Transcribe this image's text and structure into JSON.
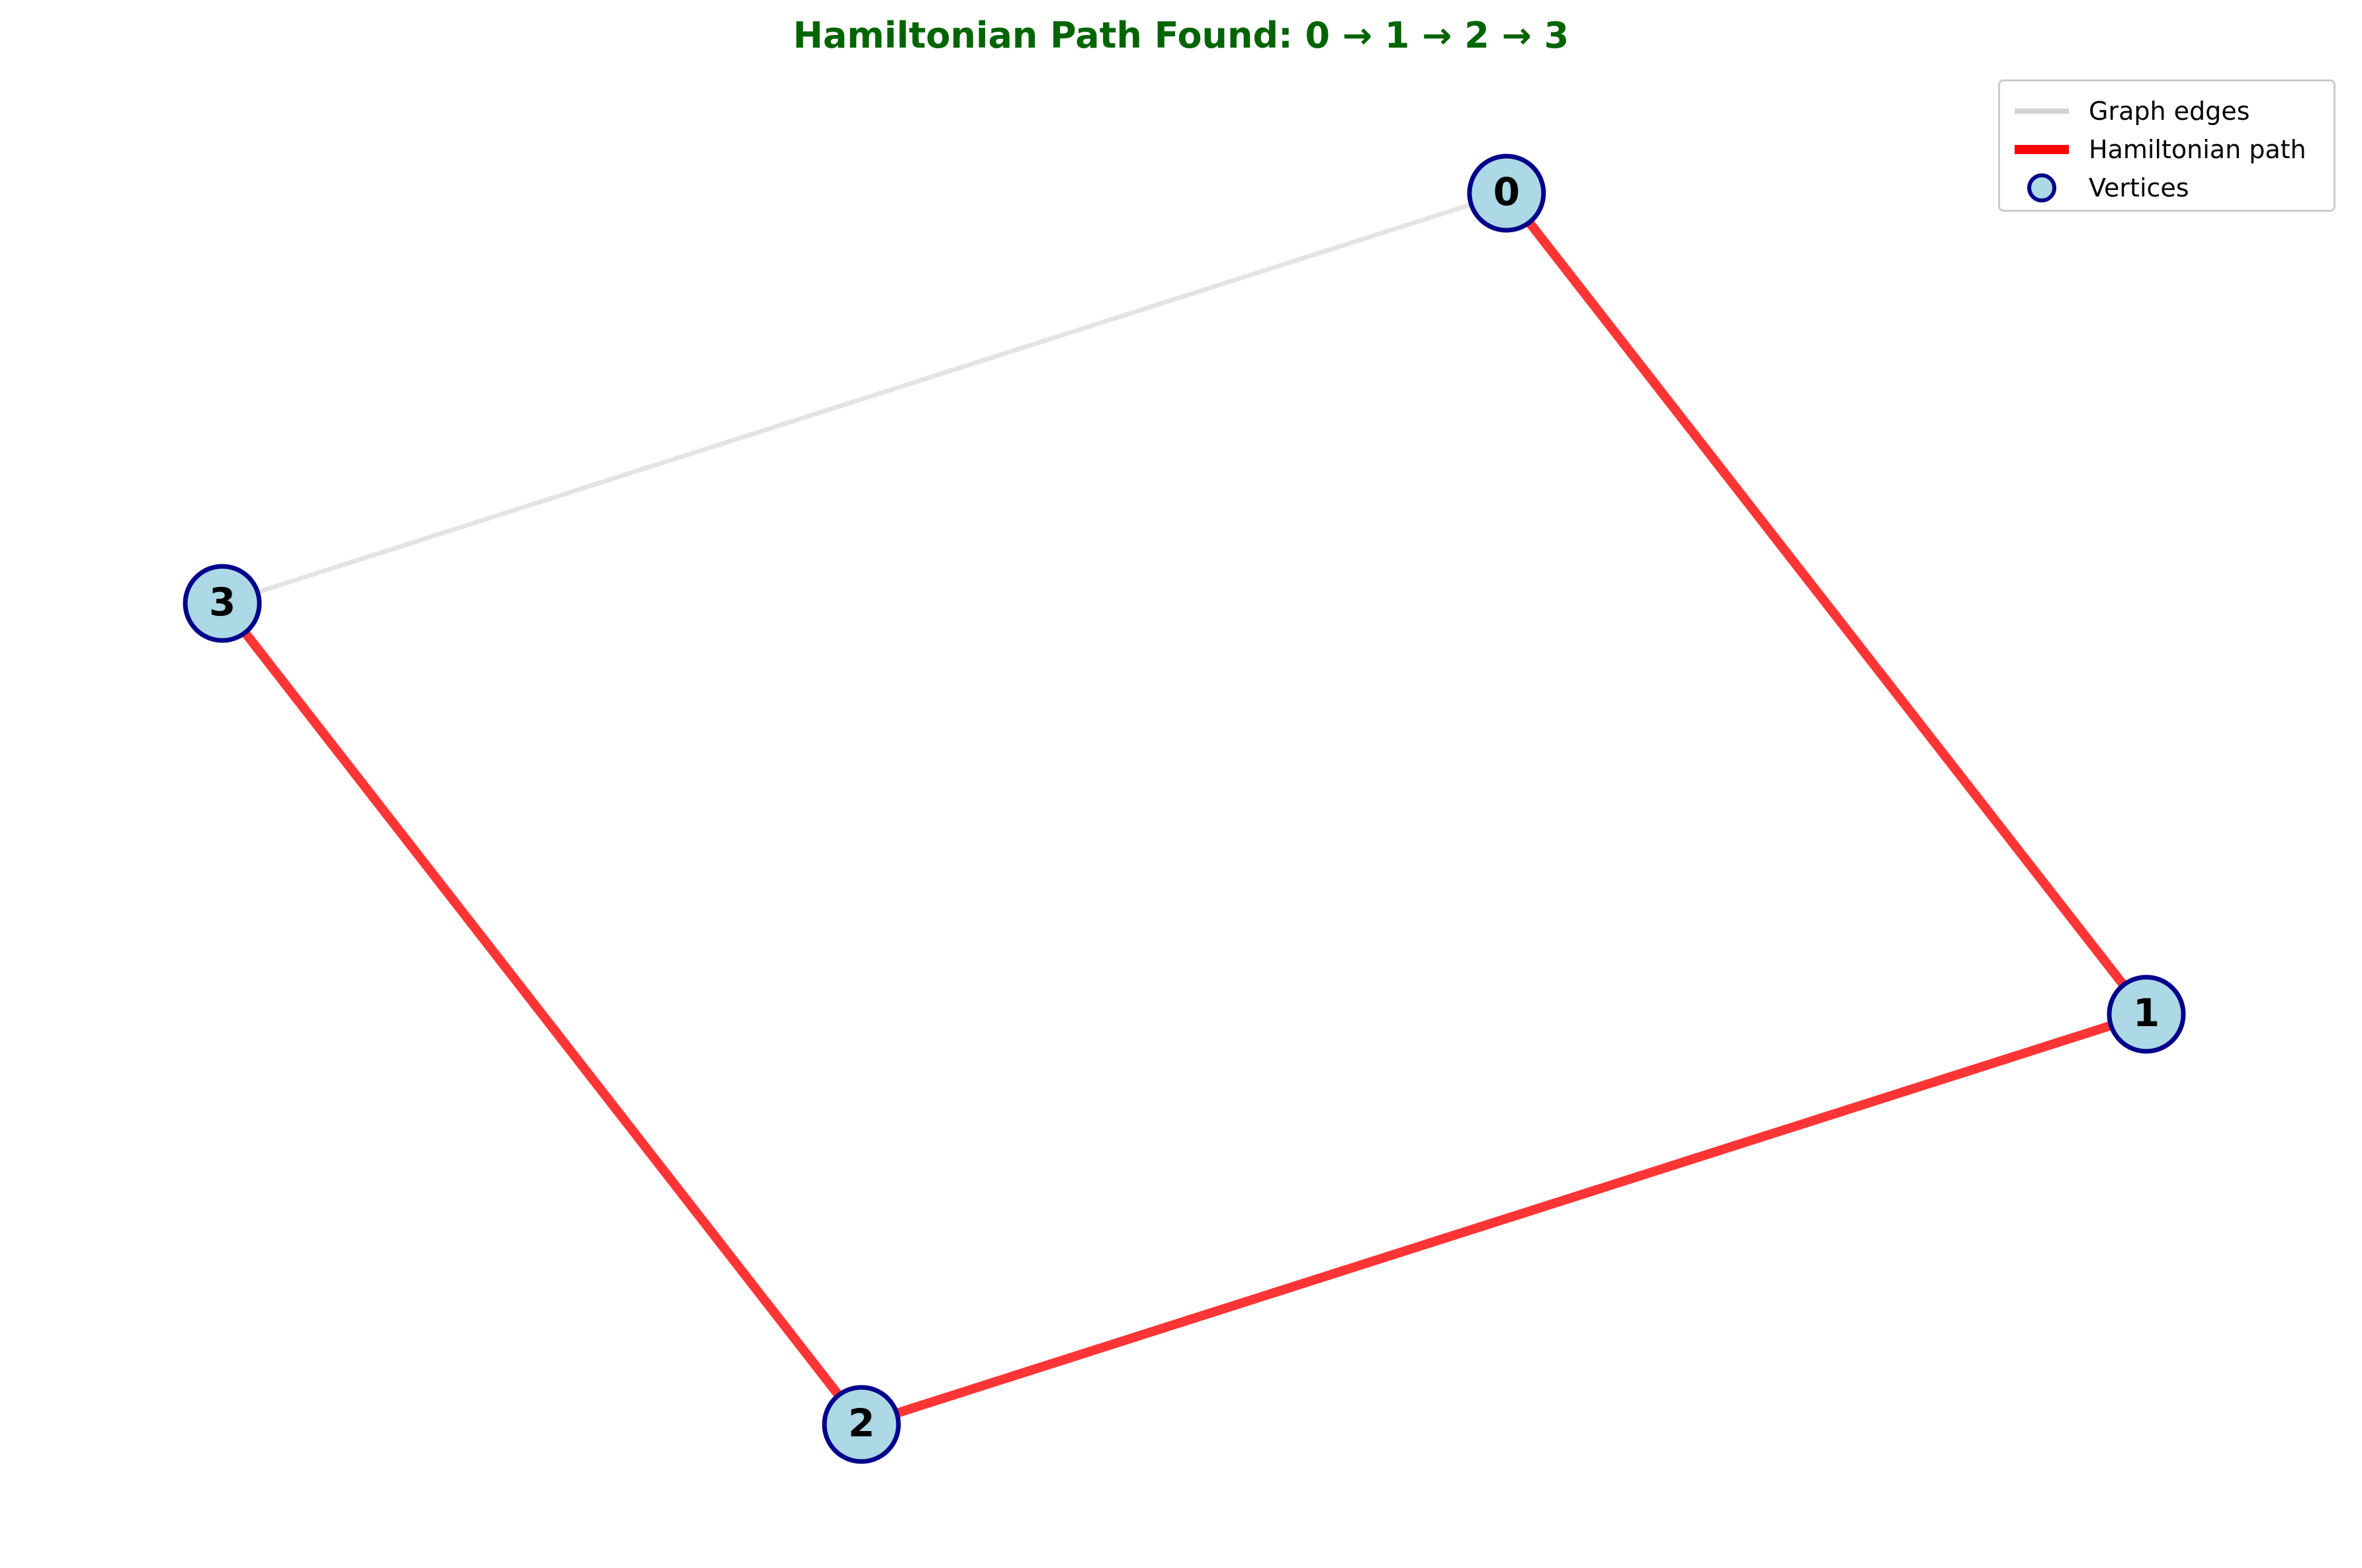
{
  "title": "Hamiltonian Path Found: 0 → 1 → 2 → 3",
  "colors": {
    "title": "#006400",
    "graph_edge": "#dddddd",
    "path_edge": "#ff2a2a",
    "vertex_fill": "#add8e6",
    "vertex_stroke": "#00008b"
  },
  "vertices": [
    {
      "id": 0,
      "label": "0"
    },
    {
      "id": 1,
      "label": "1"
    },
    {
      "id": 2,
      "label": "2"
    },
    {
      "id": 3,
      "label": "3"
    }
  ],
  "edges": [
    {
      "from": 0,
      "to": 1,
      "in_path": true
    },
    {
      "from": 1,
      "to": 2,
      "in_path": true
    },
    {
      "from": 2,
      "to": 3,
      "in_path": true
    },
    {
      "from": 3,
      "to": 0,
      "in_path": false
    }
  ],
  "hamiltonian_path": [
    0,
    1,
    2,
    3
  ],
  "legend": {
    "position": "top-right",
    "items": [
      {
        "label": "Graph edges",
        "marker": "line-gray"
      },
      {
        "label": "Hamiltonian path",
        "marker": "line-red"
      },
      {
        "label": "Vertices",
        "marker": "circle"
      }
    ]
  }
}
